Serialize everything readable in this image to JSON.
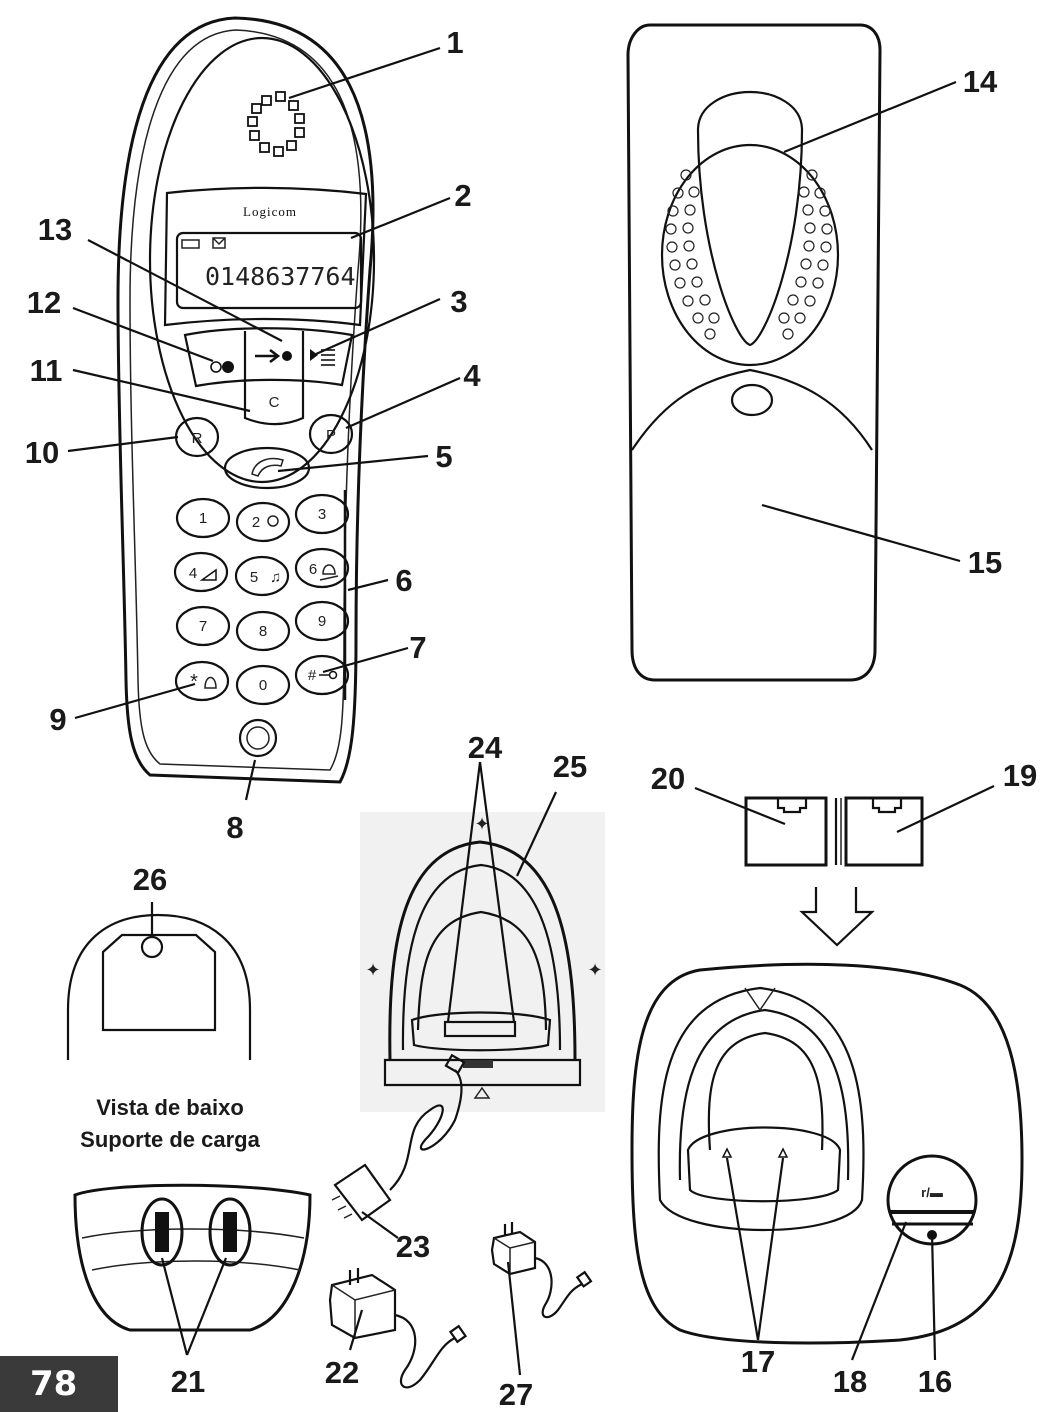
{
  "page_number": "78",
  "brand": "Logicom",
  "display_number": "0148637764",
  "caption": {
    "line1": "Vista de baixo",
    "line2": "Suporte de carga"
  },
  "base_button_label": "r/▬",
  "keys": {
    "k1": "1",
    "k2": "2",
    "k3": "3",
    "k4": "4",
    "k5": "5",
    "k6": "6",
    "k7": "7",
    "k8": "8",
    "k9": "9",
    "kstar": "*",
    "k0": "0",
    "khash": "#",
    "r": "R",
    "p": "P",
    "c": "C"
  },
  "callouts": {
    "n1": "1",
    "n2": "2",
    "n3": "3",
    "n4": "4",
    "n5": "5",
    "n6": "6",
    "n7": "7",
    "n8": "8",
    "n9": "9",
    "n10": "10",
    "n11": "11",
    "n12": "12",
    "n13": "13",
    "n14": "14",
    "n15": "15",
    "n16": "16",
    "n17": "17",
    "n18": "18",
    "n19": "19",
    "n20": "20",
    "n21": "21",
    "n22": "22",
    "n23": "23",
    "n24": "24",
    "n25": "25",
    "n26": "26",
    "n27": "27"
  }
}
